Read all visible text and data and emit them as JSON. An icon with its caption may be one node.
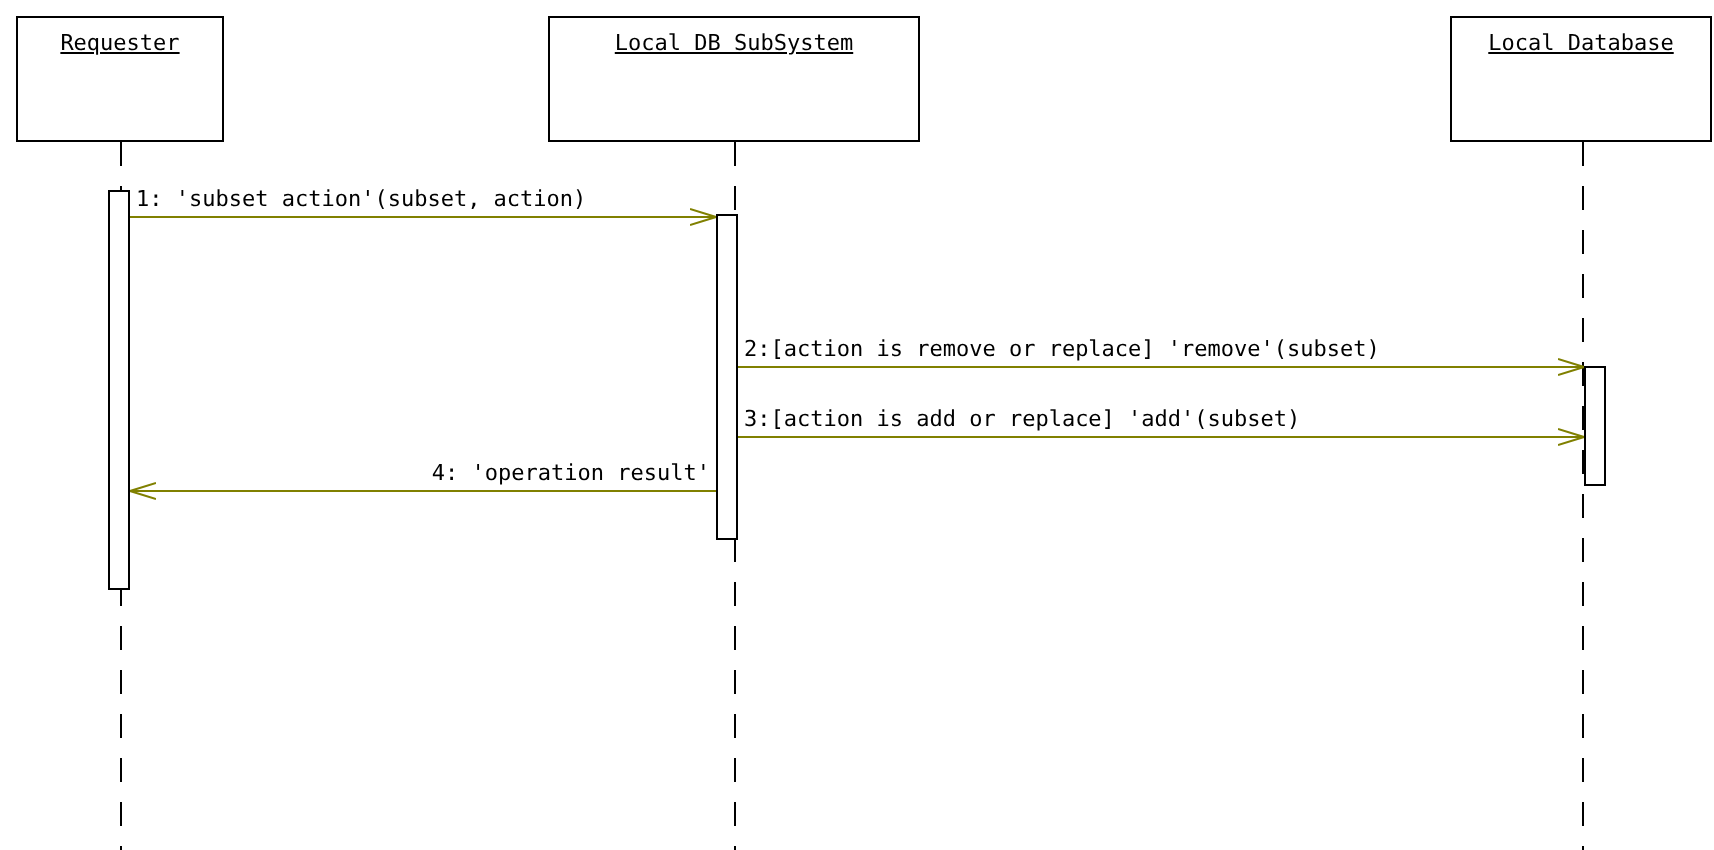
{
  "diagram": {
    "nodes": [
      {
        "text": [
          "Requester"
        ]
      },
      {
        "text": [
          "Local DB SubSystem"
        ]
      },
      {
        "text": [
          "Local Database"
        ]
      },
      {
        "text": [],
        "shape": "bar"
      },
      {
        "text": [],
        "shape": "bar"
      },
      {
        "text": [],
        "shape": "bar"
      }
    ],
    "edges": [
      {
        "from": 3,
        "to": 4,
        "arrow": "to",
        "label": "1: 'subset action'(subset, action)"
      },
      {
        "from": 4,
        "to": 5,
        "arrow": "to",
        "label": "2:[action is remove or replace] 'remove'(subset)"
      },
      {
        "from": 4,
        "to": 5,
        "arrow": "to",
        "label": "3:[action is add or replace] 'add'(subset)"
      },
      {
        "from": 4,
        "to": 3,
        "arrow": "to",
        "label": "4: 'operation result'"
      }
    ]
  }
}
